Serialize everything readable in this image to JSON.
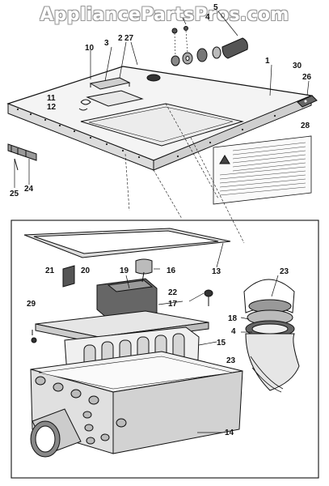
{
  "watermark": "AppliancePartsPros.com",
  "callouts": [
    {
      "id": "c1",
      "text": "1"
    },
    {
      "id": "c2",
      "text": "2"
    },
    {
      "id": "c3",
      "text": "3"
    },
    {
      "id": "c4a",
      "text": "4"
    },
    {
      "id": "c5",
      "text": "5"
    },
    {
      "id": "c10",
      "text": "10"
    },
    {
      "id": "c11",
      "text": "11"
    },
    {
      "id": "c12",
      "text": "12"
    },
    {
      "id": "c27",
      "text": "27"
    },
    {
      "id": "c30",
      "text": "30"
    },
    {
      "id": "c26",
      "text": "26"
    },
    {
      "id": "c28",
      "text": "28"
    },
    {
      "id": "c25",
      "text": "25"
    },
    {
      "id": "c24",
      "text": "24"
    },
    {
      "id": "c13",
      "text": "13"
    },
    {
      "id": "c21",
      "text": "21"
    },
    {
      "id": "c20",
      "text": "20"
    },
    {
      "id": "c19",
      "text": "19"
    },
    {
      "id": "c16",
      "text": "16"
    },
    {
      "id": "c23a",
      "text": "23"
    },
    {
      "id": "c22",
      "text": "22"
    },
    {
      "id": "c17",
      "text": "17"
    },
    {
      "id": "c29",
      "text": "29"
    },
    {
      "id": "c18",
      "text": "18"
    },
    {
      "id": "c4b",
      "text": "4"
    },
    {
      "id": "c15",
      "text": "15"
    },
    {
      "id": "c23b",
      "text": "23"
    },
    {
      "id": "c14",
      "text": "14"
    }
  ]
}
